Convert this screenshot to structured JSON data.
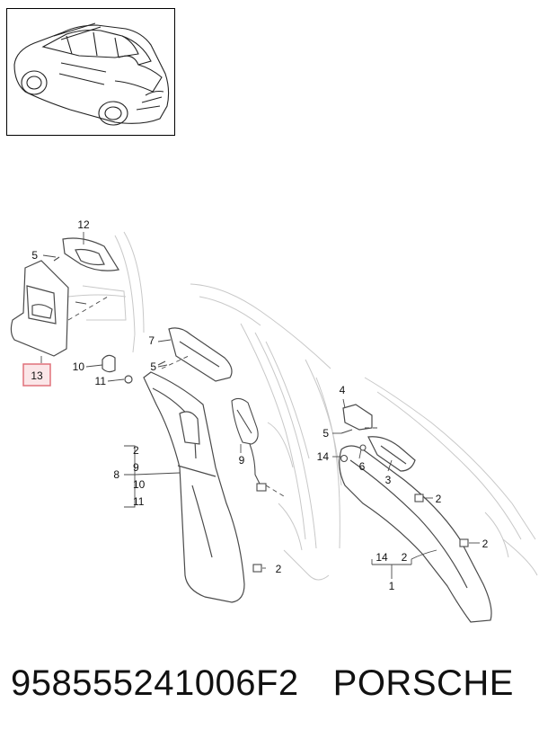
{
  "callouts": {
    "c12": "12",
    "c5a": "5",
    "c13": "13",
    "c7": "7",
    "c10": "10",
    "c5b": "5",
    "c11": "11",
    "c4": "4",
    "c5c": "5",
    "c9": "9",
    "c14a": "14",
    "c6": "6",
    "c3": "3",
    "c8": "8",
    "g2": "2",
    "g9": "9",
    "g10": "10",
    "g11": "11",
    "c2a": "2",
    "c2b": "2",
    "c2c": "2",
    "c14b": "14",
    "c2d": "2",
    "c1": "1"
  },
  "caption": {
    "part_number": "958555241006F2",
    "brand": "PORSCHE"
  },
  "colors": {
    "line": "#4a4a4a",
    "ghost": "#c8c8c8",
    "highlight": "#e0707a",
    "highlight_fill": "#fbe6e8"
  }
}
